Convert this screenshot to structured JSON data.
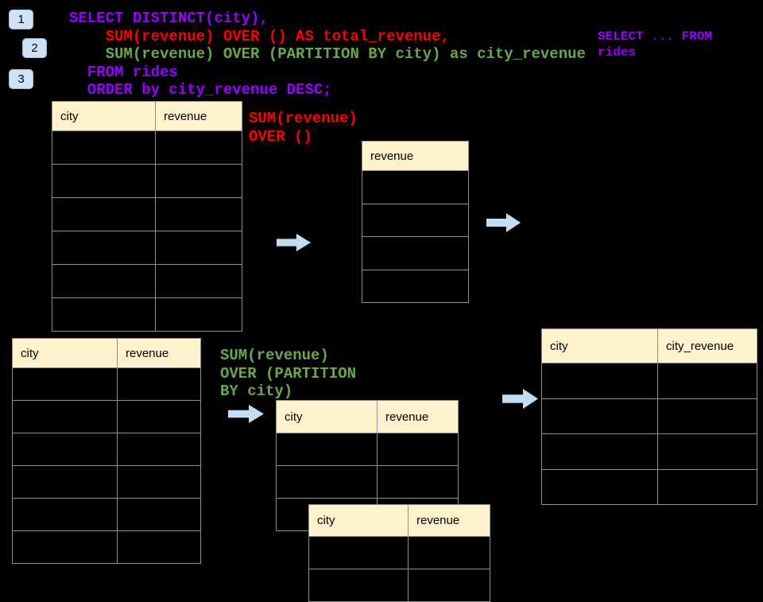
{
  "colors": {
    "background": "#000000",
    "purple": "#9900ff",
    "red": "#ff0000",
    "green": "#6aa84f",
    "table_header_bg": "#fff2cc",
    "table_border": "#919191",
    "badge_bg": "#cfe2f3",
    "badge_border": "#a5c3dd",
    "arrow": "#c5dcf0"
  },
  "badges": [
    {
      "label": "1"
    },
    {
      "label": "2"
    },
    {
      "label": "3"
    }
  ],
  "sql_code": {
    "lines": [
      {
        "text": "SELECT DISTINCT(city),",
        "color": "purple"
      },
      {
        "text": "    SUM(revenue) OVER () AS total_revenue,",
        "color": "red"
      },
      {
        "text": "    SUM(revenue) OVER (PARTITION BY city) as city_revenue",
        "color": "green"
      },
      {
        "text": "  FROM rides",
        "color": "purple"
      },
      {
        "text": "  ORDER by city_revenue DESC;",
        "color": "purple"
      }
    ]
  },
  "side_note": {
    "lines": [
      "SELECT ... FROM",
      "rides"
    ]
  },
  "annotation_total": {
    "lines": [
      "SUM(revenue)",
      "OVER ()"
    ]
  },
  "annotation_partition": {
    "lines": [
      "SUM(revenue)",
      "OVER (PARTITION",
      "BY city)"
    ]
  },
  "tables": {
    "source_top": {
      "headers": [
        "city",
        "revenue"
      ],
      "body_rows": 6
    },
    "total_revenue": {
      "headers": [
        "revenue"
      ],
      "body_rows": 4
    },
    "source_bottom": {
      "headers": [
        "city",
        "revenue"
      ],
      "body_rows": 6
    },
    "partition_result": {
      "headers": [
        "city",
        "revenue"
      ],
      "body_rows": 3
    },
    "partition_result_overlay": {
      "headers": [
        "city",
        "revenue"
      ],
      "body_rows": 2
    },
    "final_result": {
      "headers": [
        "city",
        "city_revenue"
      ],
      "body_rows": 4
    }
  }
}
